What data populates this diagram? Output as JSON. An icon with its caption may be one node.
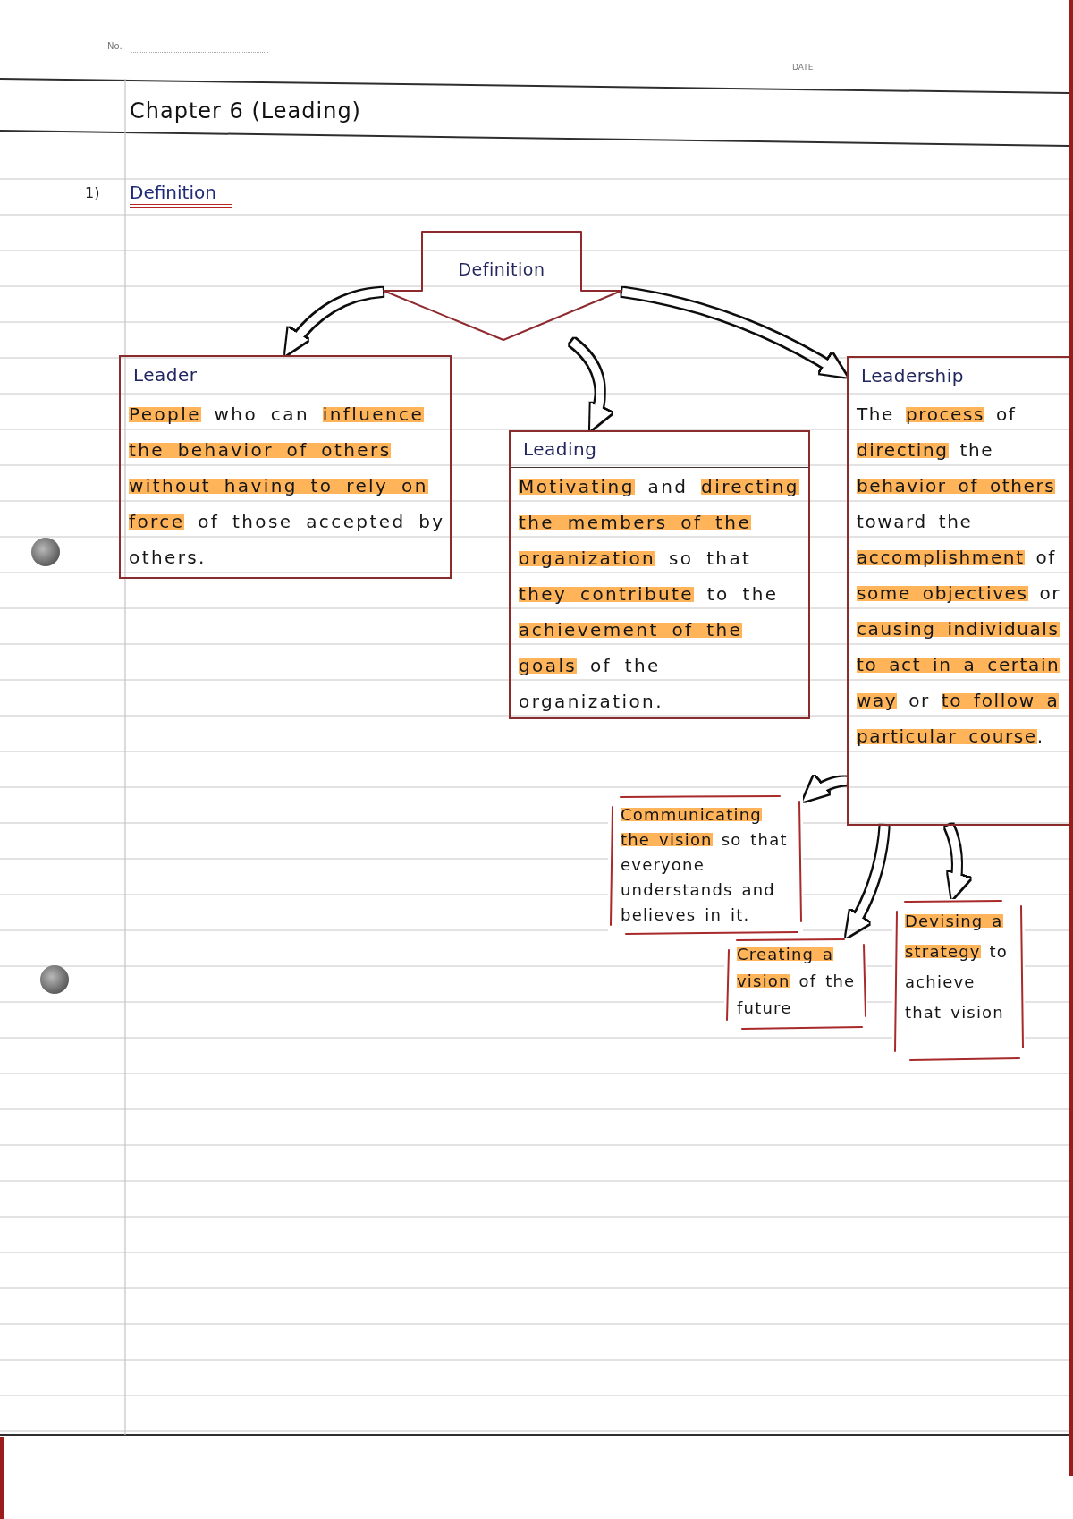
{
  "diagram": {
    "title": "Chapter 6 (Leading)",
    "nodes": [
      {
        "text": [
          "Definition"
        ]
      },
      {
        "text": [
          "Leader",
          "**People** who can **influence the behavior of others without having to rely on force** of those accepted by others."
        ]
      },
      {
        "text": [
          "Leading",
          "**Motivating** and **directing the members of the organization** so that **they contribute** to the **achievement of the goals** of the organization."
        ]
      },
      {
        "text": [
          "Leadership",
          "The **process** of **directing** the **behavior of others** toward the **accomplishment** of **some objectives** or **causing individuals to act in a certain way** or **to follow a particular course**."
        ]
      },
      {
        "text": [
          "**Communicating the vision** so that everyone understands and believes in it."
        ]
      },
      {
        "text": [
          "**Creating a vision** of the future"
        ]
      },
      {
        "text": [
          "**Devising a strategy** to achieve that vision"
        ]
      }
    ],
    "edges": [
      {
        "from": 0,
        "to": 1,
        "arrow": "to"
      },
      {
        "from": 0,
        "to": 2,
        "arrow": "to"
      },
      {
        "from": 0,
        "to": 3,
        "arrow": "to"
      },
      {
        "from": 3,
        "to": 4,
        "arrow": "to"
      },
      {
        "from": 3,
        "to": 5,
        "arrow": "to"
      },
      {
        "from": 3,
        "to": 6,
        "arrow": "to"
      }
    ],
    "labels": [
      "No.",
      "DATE",
      "1)",
      "Definition"
    ]
  }
}
